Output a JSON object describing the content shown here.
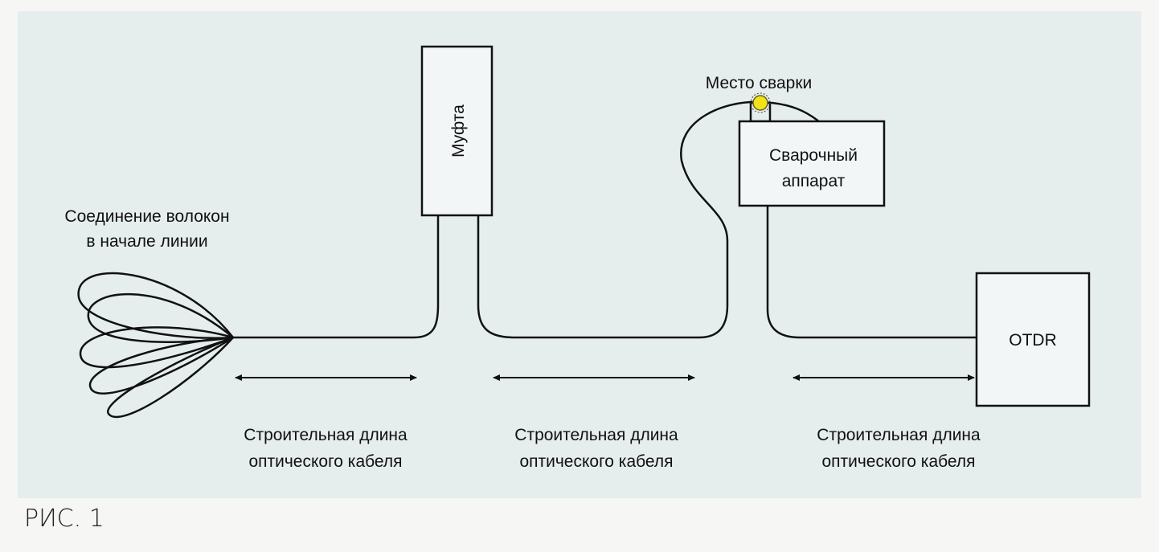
{
  "labels": {
    "fiber_joint_line1": "Соединение волокон",
    "fiber_joint_line2": "в начале линии",
    "coupling": "Муфта",
    "splice_point": "Место сварки",
    "splicer_line1": "Сварочный",
    "splicer_line2": "аппарат",
    "otdr": "OTDR",
    "segments": [
      {
        "line1": "Строительная длина",
        "line2": "оптического кабеля"
      },
      {
        "line1": "Строительная длина",
        "line2": "оптического кабеля"
      },
      {
        "line1": "Строительная длина",
        "line2": "оптического кабеля"
      }
    ]
  },
  "caption": "РИС. 1",
  "colors": {
    "panel": "#e6eded",
    "line": "#111111",
    "splice": "#f2e21a"
  }
}
